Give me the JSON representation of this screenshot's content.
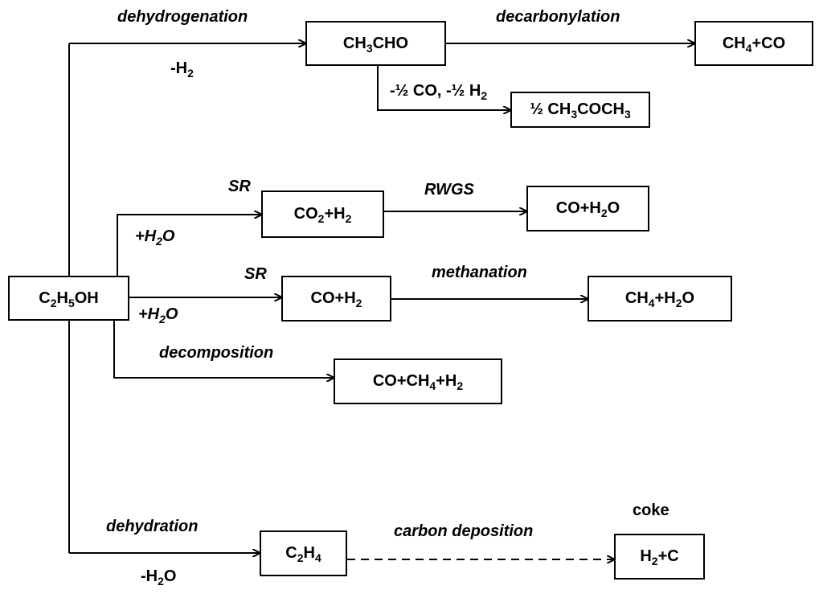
{
  "nodes": {
    "ethanol": [
      {
        "t": "C"
      },
      {
        "s": "2"
      },
      {
        "t": "H"
      },
      {
        "s": "5"
      },
      {
        "t": "OH"
      }
    ],
    "acetaldehyde": [
      {
        "t": "CH"
      },
      {
        "s": "3"
      },
      {
        "t": "CHO"
      }
    ],
    "ch4_co": [
      {
        "t": "CH"
      },
      {
        "s": "4"
      },
      {
        "t": "+CO"
      }
    ],
    "acetone": [
      {
        "t": "½ CH"
      },
      {
        "s": "3"
      },
      {
        "t": "COCH"
      },
      {
        "s": "3"
      }
    ],
    "co2_h2": [
      {
        "t": "CO"
      },
      {
        "s": "2"
      },
      {
        "t": "+H"
      },
      {
        "s": "2"
      }
    ],
    "co_h2o": [
      {
        "t": "CO+H"
      },
      {
        "s": "2"
      },
      {
        "t": "O"
      }
    ],
    "co_h2": [
      {
        "t": "CO+H"
      },
      {
        "s": "2"
      }
    ],
    "ch4_h2o": [
      {
        "t": "CH"
      },
      {
        "s": "4"
      },
      {
        "t": "+H"
      },
      {
        "s": "2"
      },
      {
        "t": "O"
      }
    ],
    "co_ch4_h2": [
      {
        "t": "CO+CH"
      },
      {
        "s": "4"
      },
      {
        "t": "+H"
      },
      {
        "s": "2"
      }
    ],
    "ethylene": [
      {
        "t": "C"
      },
      {
        "s": "2"
      },
      {
        "t": "H"
      },
      {
        "s": "4"
      }
    ],
    "h2_c": [
      {
        "t": "H"
      },
      {
        "s": "2"
      },
      {
        "t": "+C"
      }
    ]
  },
  "labels": {
    "dehydrogenation": "dehydrogenation",
    "minus_h2": [
      {
        "t": "-H"
      },
      {
        "s": "2"
      }
    ],
    "decarbonylation": "decarbonylation",
    "minus_half_co_h2": [
      {
        "t": "-½ CO, -½ H"
      },
      {
        "s": "2"
      }
    ],
    "sr_1": "SR",
    "plus_h2o_1": [
      {
        "t": "+H"
      },
      {
        "s": "2"
      },
      {
        "t": "O"
      }
    ],
    "rwgs": "RWGS",
    "sr_2": "SR",
    "plus_h2o_2": [
      {
        "t": "+H"
      },
      {
        "s": "2"
      },
      {
        "t": "O"
      }
    ],
    "methanation": "methanation",
    "decomposition": "decomposition",
    "dehydration": "dehydration",
    "minus_h2o": [
      {
        "t": "-H"
      },
      {
        "s": "2"
      },
      {
        "t": "O"
      }
    ],
    "carbon_deposition": "carbon deposition",
    "coke": "coke"
  }
}
